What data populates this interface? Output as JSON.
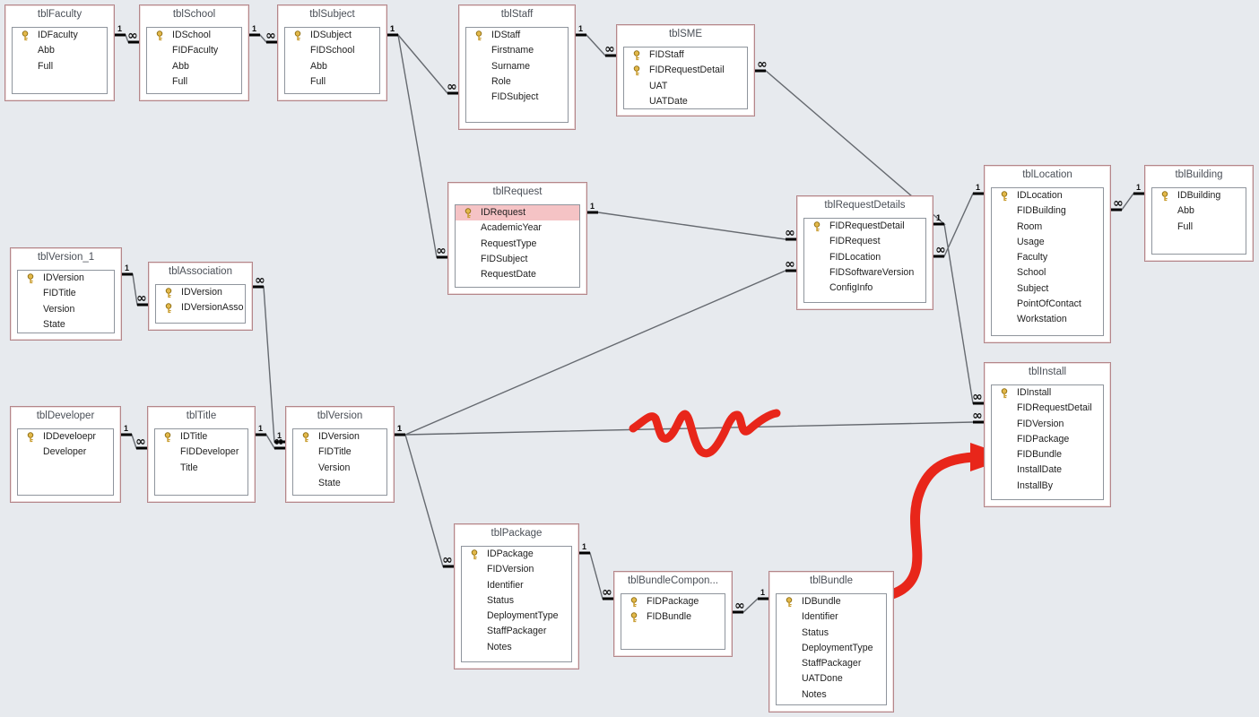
{
  "tables": [
    {
      "id": "faculty",
      "title": "tblFaculty",
      "fields": [
        {
          "name": "IDFaculty",
          "key": true
        },
        {
          "name": "Abb"
        },
        {
          "name": "Full"
        }
      ]
    },
    {
      "id": "school",
      "title": "tblSchool",
      "fields": [
        {
          "name": "IDSchool",
          "key": true
        },
        {
          "name": "FIDFaculty"
        },
        {
          "name": "Abb"
        },
        {
          "name": "Full"
        }
      ]
    },
    {
      "id": "subject",
      "title": "tblSubject",
      "fields": [
        {
          "name": "IDSubject",
          "key": true
        },
        {
          "name": "FIDSchool"
        },
        {
          "name": "Abb"
        },
        {
          "name": "Full"
        }
      ]
    },
    {
      "id": "staff",
      "title": "tblStaff",
      "fields": [
        {
          "name": "IDStaff",
          "key": true
        },
        {
          "name": "Firstname"
        },
        {
          "name": "Surname"
        },
        {
          "name": "Role"
        },
        {
          "name": "FIDSubject"
        }
      ]
    },
    {
      "id": "sme",
      "title": "tblSME",
      "fields": [
        {
          "name": "FIDStaff",
          "key": true
        },
        {
          "name": "FIDRequestDetail",
          "key": true
        },
        {
          "name": "UAT"
        },
        {
          "name": "UATDate"
        }
      ]
    },
    {
      "id": "request",
      "title": "tblRequest",
      "fields": [
        {
          "name": "IDRequest",
          "key": true,
          "highlight": true
        },
        {
          "name": "AcademicYear"
        },
        {
          "name": "RequestType"
        },
        {
          "name": "FIDSubject"
        },
        {
          "name": "RequestDate"
        }
      ]
    },
    {
      "id": "requestdetails",
      "title": "tblRequestDetails",
      "fields": [
        {
          "name": "FIDRequestDetail",
          "key": true
        },
        {
          "name": "FIDRequest"
        },
        {
          "name": "FIDLocation"
        },
        {
          "name": "FIDSoftwareVersion"
        },
        {
          "name": "ConfigInfo"
        }
      ]
    },
    {
      "id": "location",
      "title": "tblLocation",
      "fields": [
        {
          "name": "IDLocation",
          "key": true
        },
        {
          "name": "FIDBuilding"
        },
        {
          "name": "Room"
        },
        {
          "name": "Usage"
        },
        {
          "name": "Faculty"
        },
        {
          "name": "School"
        },
        {
          "name": "Subject"
        },
        {
          "name": "PointOfContact"
        },
        {
          "name": "Workstation"
        }
      ]
    },
    {
      "id": "building",
      "title": "tblBuilding",
      "fields": [
        {
          "name": "IDBuilding",
          "key": true
        },
        {
          "name": "Abb"
        },
        {
          "name": "Full"
        }
      ]
    },
    {
      "id": "version1",
      "title": "tblVersion_1",
      "fields": [
        {
          "name": "IDVersion",
          "key": true
        },
        {
          "name": "FIDTitle"
        },
        {
          "name": "Version"
        },
        {
          "name": "State"
        }
      ]
    },
    {
      "id": "association",
      "title": "tblAssociation",
      "fields": [
        {
          "name": "IDVersion",
          "key": true
        },
        {
          "name": "IDVersionAsso",
          "key": true
        }
      ]
    },
    {
      "id": "developer",
      "title": "tblDeveloper",
      "fields": [
        {
          "name": "IDDeveloepr",
          "key": true
        },
        {
          "name": "Developer"
        }
      ]
    },
    {
      "id": "title",
      "title": "tblTitle",
      "fields": [
        {
          "name": "IDTitle",
          "key": true
        },
        {
          "name": "FIDDeveloper"
        },
        {
          "name": "Title"
        }
      ]
    },
    {
      "id": "version",
      "title": "tblVersion",
      "fields": [
        {
          "name": "IDVersion",
          "key": true
        },
        {
          "name": "FIDTitle"
        },
        {
          "name": "Version"
        },
        {
          "name": "State"
        }
      ]
    },
    {
      "id": "install",
      "title": "tblInstall",
      "fields": [
        {
          "name": "IDInstall",
          "key": true
        },
        {
          "name": "FIDRequestDetail"
        },
        {
          "name": "FIDVersion"
        },
        {
          "name": "FIDPackage"
        },
        {
          "name": "FIDBundle"
        },
        {
          "name": "InstallDate"
        },
        {
          "name": "InstallBy"
        }
      ]
    },
    {
      "id": "package",
      "title": "tblPackage",
      "fields": [
        {
          "name": "IDPackage",
          "key": true
        },
        {
          "name": "FIDVersion"
        },
        {
          "name": "Identifier"
        },
        {
          "name": "Status"
        },
        {
          "name": "DeploymentType"
        },
        {
          "name": "StaffPackager"
        },
        {
          "name": "Notes"
        }
      ]
    },
    {
      "id": "bundlecomponent",
      "title": "tblBundleCompon...",
      "fields": [
        {
          "name": "FIDPackage",
          "key": true
        },
        {
          "name": "FIDBundle",
          "key": true
        }
      ]
    },
    {
      "id": "bundle",
      "title": "tblBundle",
      "fields": [
        {
          "name": "IDBundle",
          "key": true
        },
        {
          "name": "Identifier"
        },
        {
          "name": "Status"
        },
        {
          "name": "DeploymentType"
        },
        {
          "name": "StaffPackager"
        },
        {
          "name": "UATDone"
        },
        {
          "name": "Notes"
        }
      ]
    }
  ],
  "relationships": [
    {
      "from": "faculty",
      "to": "school",
      "one": "1",
      "many": "∞"
    },
    {
      "from": "school",
      "to": "subject",
      "one": "1",
      "many": "∞"
    },
    {
      "from": "subject",
      "to": "staff",
      "one": "1",
      "many": "∞"
    },
    {
      "from": "subject",
      "to": "request",
      "one": "1",
      "many": "∞"
    },
    {
      "from": "staff",
      "to": "sme",
      "one": "1",
      "many": "∞"
    },
    {
      "from": "requestdetails",
      "to": "sme",
      "one": "1",
      "many": "∞"
    },
    {
      "from": "request",
      "to": "requestdetails",
      "one": "1",
      "many": "∞"
    },
    {
      "from": "location",
      "to": "requestdetails",
      "one": "1",
      "many": "∞"
    },
    {
      "from": "building",
      "to": "location",
      "one": "1",
      "many": "∞"
    },
    {
      "from": "requestdetails",
      "to": "install",
      "one": "1",
      "many": "∞"
    },
    {
      "from": "version",
      "to": "requestdetails",
      "one": "1",
      "many": "∞"
    },
    {
      "from": "version",
      "to": "install",
      "one": "1",
      "many": "∞"
    },
    {
      "from": "version",
      "to": "package",
      "one": "1",
      "many": "∞"
    },
    {
      "from": "version1",
      "to": "association",
      "one": "1",
      "many": "∞"
    },
    {
      "from": "version",
      "to": "association",
      "one": "1",
      "many": "∞"
    },
    {
      "from": "developer",
      "to": "title",
      "one": "1",
      "many": "∞"
    },
    {
      "from": "title",
      "to": "version",
      "one": "1",
      "many": "∞"
    },
    {
      "from": "package",
      "to": "bundlecomponent",
      "one": "1",
      "many": "∞"
    },
    {
      "from": "bundle",
      "to": "bundlecomponent",
      "one": "1",
      "many": "∞"
    }
  ],
  "colors": {
    "background": "#e7eaee",
    "table_border": "#b4868a",
    "line": "#666a70",
    "highlight": "#f5c3c5",
    "annotation": "#e8261a"
  }
}
